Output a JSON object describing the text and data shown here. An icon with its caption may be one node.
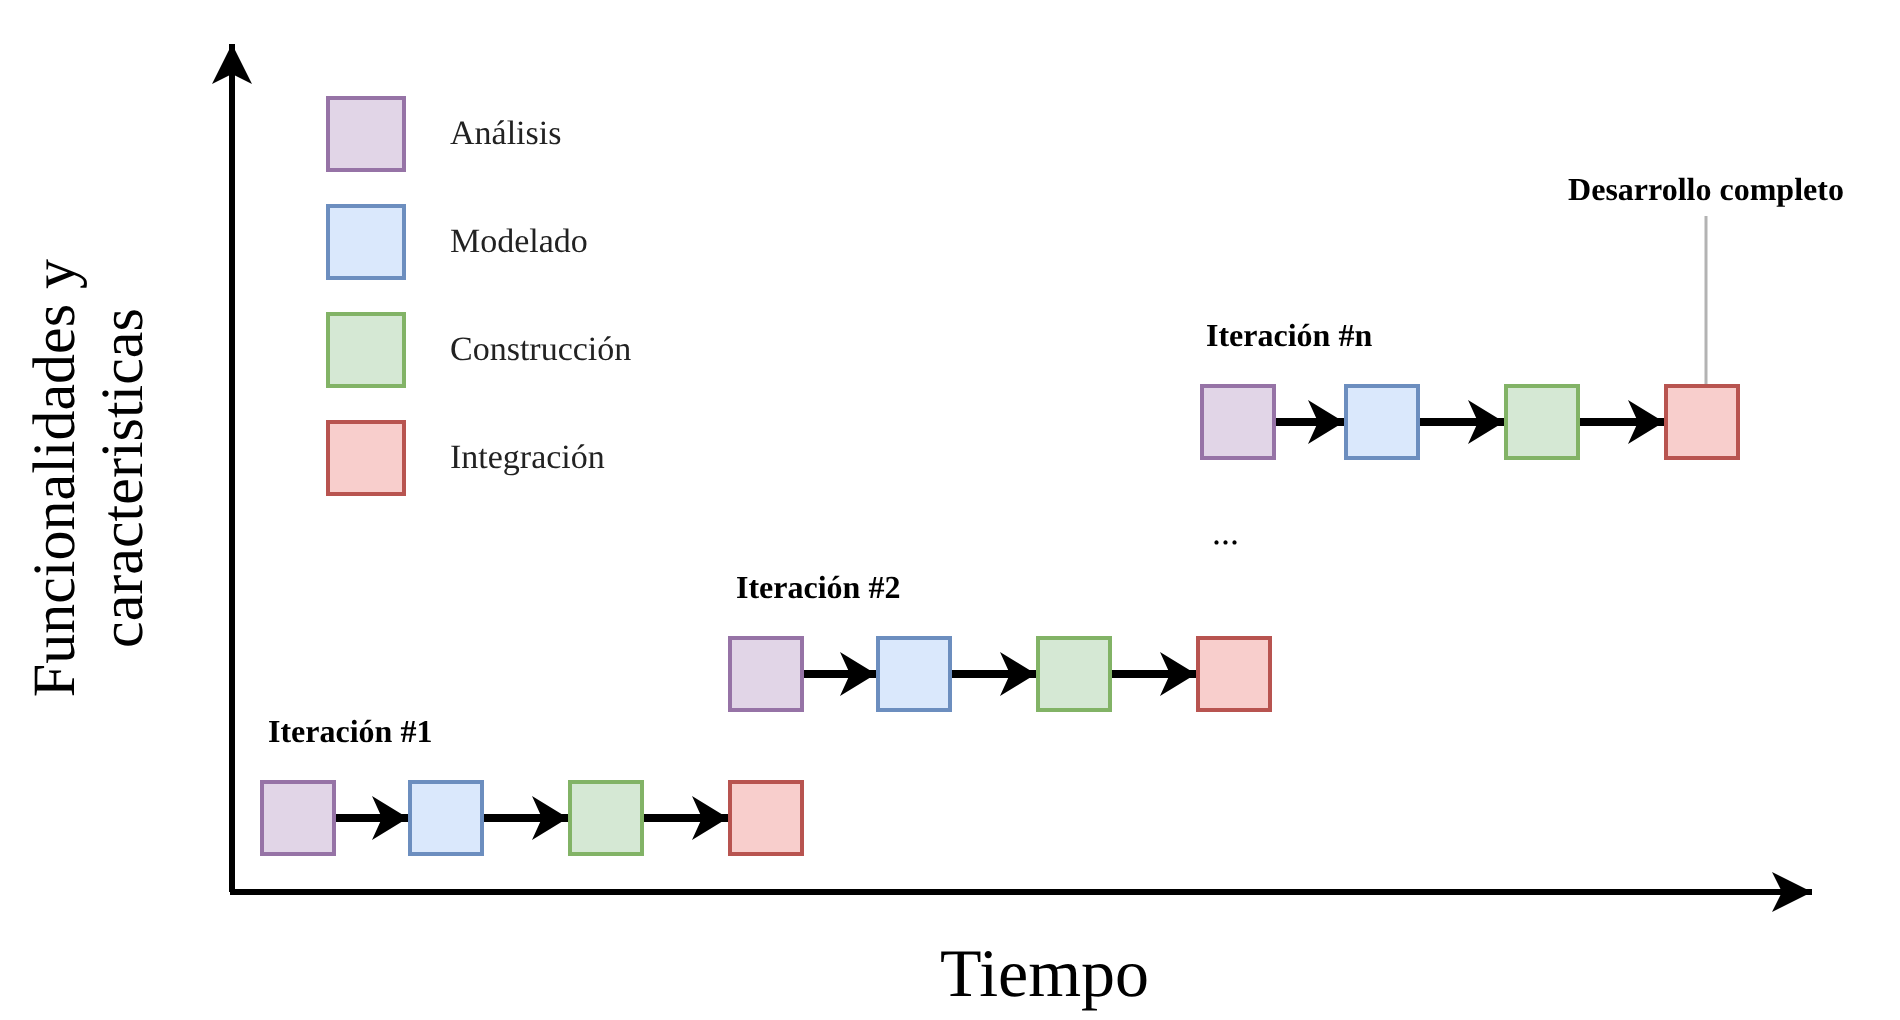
{
  "diagram": {
    "nodes": [
      {
        "text": [],
        "shape": "box"
      },
      {
        "text": [],
        "shape": "box"
      },
      {
        "text": [],
        "shape": "box"
      },
      {
        "text": [],
        "shape": "box"
      },
      {
        "text": [],
        "shape": "box"
      },
      {
        "text": [],
        "shape": "box"
      },
      {
        "text": [],
        "shape": "box"
      },
      {
        "text": [],
        "shape": "box"
      },
      {
        "text": [],
        "shape": "box"
      },
      {
        "text": [],
        "shape": "box"
      },
      {
        "text": [],
        "shape": "box"
      },
      {
        "text": [],
        "shape": "box"
      },
      {
        "text": [
          "Desarrollo completo"
        ]
      }
    ],
    "edges": [
      {
        "from": 0,
        "to": 1,
        "arrow": "to"
      },
      {
        "from": 1,
        "to": 2,
        "arrow": "to"
      },
      {
        "from": 2,
        "to": 3,
        "arrow": "to"
      },
      {
        "from": 4,
        "to": 5,
        "arrow": "to"
      },
      {
        "from": 5,
        "to": 6,
        "arrow": "to"
      },
      {
        "from": 6,
        "to": 7,
        "arrow": "to"
      },
      {
        "from": 8,
        "to": 9,
        "arrow": "to"
      },
      {
        "from": 9,
        "to": 10,
        "arrow": "to"
      },
      {
        "from": 10,
        "to": 11,
        "arrow": "to"
      },
      {
        "from": 12,
        "to": 11,
        "arrow": "none",
        "color": "#b3b3b3"
      }
    ],
    "labels": [
      "Funcionalidades y caracteristicas",
      "Iteración #n",
      "...",
      "Iteración #2",
      "Iteración #1",
      "Tiempo"
    ],
    "legend": [
      {
        "text": "Análisis",
        "color": "#e1d5e7"
      },
      {
        "text": "Modelado",
        "color": "#dae8fc"
      },
      {
        "text": "Construcción",
        "color": "#d5e8d4"
      },
      {
        "text": "Integración",
        "color": "#f8cecc"
      }
    ]
  }
}
